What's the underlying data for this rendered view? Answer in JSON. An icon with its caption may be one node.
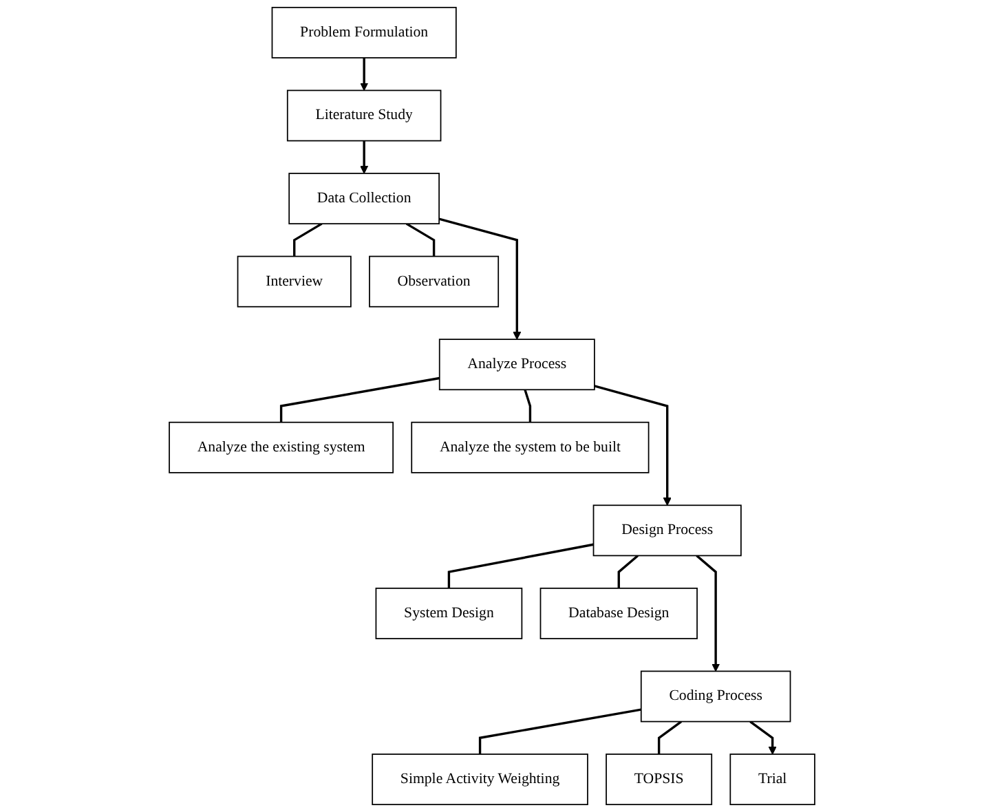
{
  "diagram": {
    "nodes": [
      {
        "text": [
          "Problem Formulation"
        ]
      },
      {
        "text": [
          "Literature Study"
        ]
      },
      {
        "text": [
          "Data Collection"
        ]
      },
      {
        "text": [
          "Interview"
        ]
      },
      {
        "text": [
          "Observation"
        ]
      },
      {
        "text": [
          "Analyze Process"
        ]
      },
      {
        "text": [
          "Analyze the existing system"
        ]
      },
      {
        "text": [
          "Analyze the system to be built"
        ]
      },
      {
        "text": [
          "Design Process"
        ]
      },
      {
        "text": [
          "System Design"
        ]
      },
      {
        "text": [
          "Database Design"
        ]
      },
      {
        "text": [
          "Coding Process"
        ]
      },
      {
        "text": [
          "Simple Activity Weighting"
        ]
      },
      {
        "text": [
          "TOPSIS"
        ]
      },
      {
        "text": [
          "Trial"
        ]
      }
    ],
    "edges": [
      {
        "from": 0,
        "to": 1,
        "arrow": "to"
      },
      {
        "from": 1,
        "to": 2,
        "arrow": "to"
      },
      {
        "from": 2,
        "to": 3,
        "arrow": "none"
      },
      {
        "from": 2,
        "to": 4,
        "arrow": "none"
      },
      {
        "from": 2,
        "to": 5,
        "arrow": "to"
      },
      {
        "from": 5,
        "to": 6,
        "arrow": "none"
      },
      {
        "from": 5,
        "to": 7,
        "arrow": "none"
      },
      {
        "from": 5,
        "to": 8,
        "arrow": "to"
      },
      {
        "from": 8,
        "to": 9,
        "arrow": "none"
      },
      {
        "from": 8,
        "to": 10,
        "arrow": "none"
      },
      {
        "from": 8,
        "to": 11,
        "arrow": "to"
      },
      {
        "from": 11,
        "to": 12,
        "arrow": "none"
      },
      {
        "from": 11,
        "to": 13,
        "arrow": "none"
      },
      {
        "from": 11,
        "to": 14,
        "arrow": "to"
      }
    ]
  }
}
